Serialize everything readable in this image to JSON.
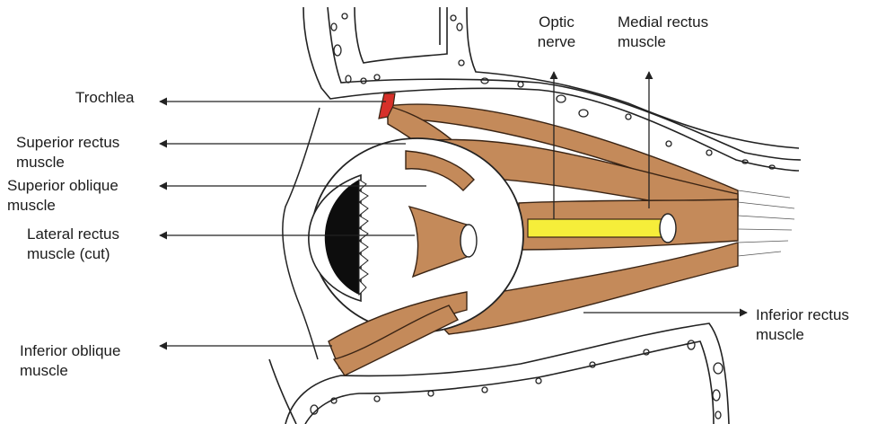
{
  "labels": {
    "trochlea": "Trochlea",
    "superior_rectus": "Superior rectus\nmuscle",
    "superior_oblique": "Superior oblique\nmuscle",
    "lateral_rectus": "Lateral rectus\nmuscle (cut)",
    "inferior_oblique": "Inferior oblique\nmuscle",
    "optic_nerve": "Optic\nnerve",
    "medial_rectus": "Medial rectus\nmuscle",
    "inferior_rectus": "Inferior rectus\nmuscle"
  },
  "colors": {
    "muscle": "#c48a5a",
    "muscle_stroke": "#3a2414",
    "optic_nerve": "#f6ee3a",
    "trochlea": "#d6302a",
    "line": "#222222",
    "eyeball": "#ffffff",
    "pupil": "#0d0d0d"
  }
}
